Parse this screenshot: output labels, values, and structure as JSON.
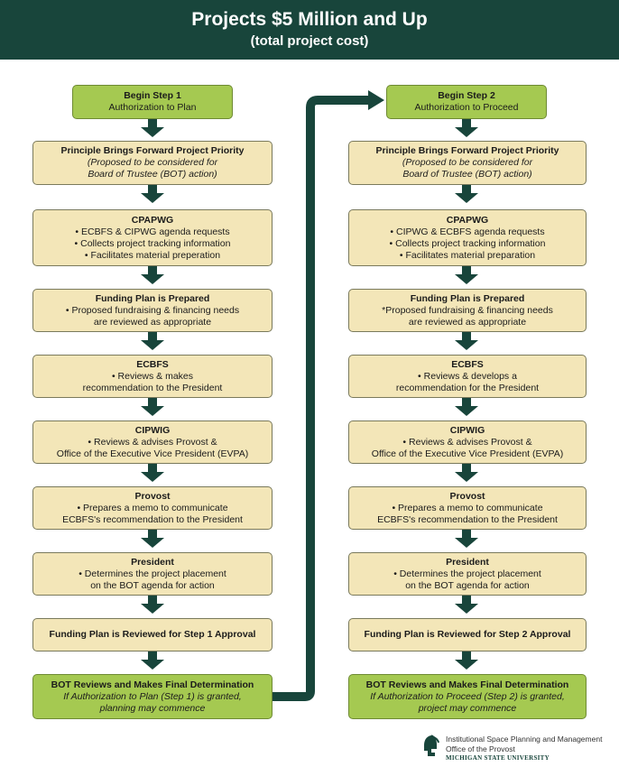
{
  "header": {
    "title": "Projects $5 Million and Up",
    "subtitle": "(total project cost)"
  },
  "step1": {
    "begin": {
      "title": "Begin Step 1",
      "line": "Authorization to Plan"
    },
    "principle": {
      "title": "Principle Brings Forward Project Priority",
      "lines": [
        "(Proposed to be considered for",
        "Board of Trustee (BOT) action)"
      ]
    },
    "cpapwg": {
      "title": "CPAPWG",
      "lines": [
        "• ECBFS & CIPWG agenda requests",
        "• Collects project tracking information",
        "• Facilitates material preperation"
      ]
    },
    "funding": {
      "title": "Funding Plan is Prepared",
      "lines": [
        "• Proposed fundraising & financing needs",
        "are reviewed as appropriate"
      ]
    },
    "ecbfs": {
      "title": "ECBFS",
      "lines": [
        "• Reviews & makes",
        "recommendation to the President"
      ]
    },
    "cipwig": {
      "title": "CIPWIG",
      "lines": [
        "• Reviews & advises Provost &",
        "Office of the Executive Vice President (EVPA)"
      ]
    },
    "provost": {
      "title": "Provost",
      "lines": [
        "• Prepares a memo to communicate",
        "ECBFS's recommendation to the President"
      ]
    },
    "president": {
      "title": "President",
      "lines": [
        "• Determines the project placement",
        "on the BOT agenda for action"
      ]
    },
    "review": {
      "title": "Funding Plan is Reviewed for Step 1 Approval"
    },
    "bot": {
      "title": "BOT Reviews and Makes Final Determination",
      "lines": [
        "If Authorization to Plan (Step 1) is granted,",
        "planning may commence"
      ]
    }
  },
  "step2": {
    "begin": {
      "title": "Begin Step 2",
      "line": "Authorization to Proceed"
    },
    "principle": {
      "title": "Principle Brings Forward Project Priority",
      "lines": [
        "(Proposed to be considered for",
        "Board of Trustee (BOT) action)"
      ]
    },
    "cpapwg": {
      "title": "CPAPWG",
      "lines": [
        "• CIPWG & ECBFS agenda requests",
        "• Collects project tracking information",
        "• Facilitates material preparation"
      ]
    },
    "funding": {
      "title": "Funding Plan is Prepared",
      "lines": [
        "*Proposed fundraising & financing needs",
        "are reviewed as appropriate"
      ]
    },
    "ecbfs": {
      "title": "ECBFS",
      "lines": [
        "• Reviews & develops a",
        "recommendation for the President"
      ]
    },
    "cipwig": {
      "title": "CIPWIG",
      "lines": [
        "• Reviews & advises Provost &",
        "Office of the Executive Vice President (EVPA)"
      ]
    },
    "provost": {
      "title": "Provost",
      "lines": [
        "• Prepares a memo to communicate",
        "ECBFS's recommendation to the President"
      ]
    },
    "president": {
      "title": "President",
      "lines": [
        "• Determines the project placement",
        "on the BOT agenda for action"
      ]
    },
    "review": {
      "title": "Funding Plan is Reviewed for Step 2 Approval"
    },
    "bot": {
      "title": "BOT Reviews and Makes Final Determination",
      "lines": [
        "If Authorization to Proceed (Step 2) is granted,",
        "project may commence"
      ]
    }
  },
  "footer": {
    "line1": "Institutional Space Planning and Management",
    "line2": "Office of the Provost",
    "line3": "MICHIGAN STATE UNIVERSITY"
  },
  "colors": {
    "header": "#18453b",
    "arrow": "#18453b",
    "box_tan": "#f3e6b8",
    "box_green": "#a5c951"
  },
  "icons": {
    "logo": "spartan-helmet-icon"
  }
}
